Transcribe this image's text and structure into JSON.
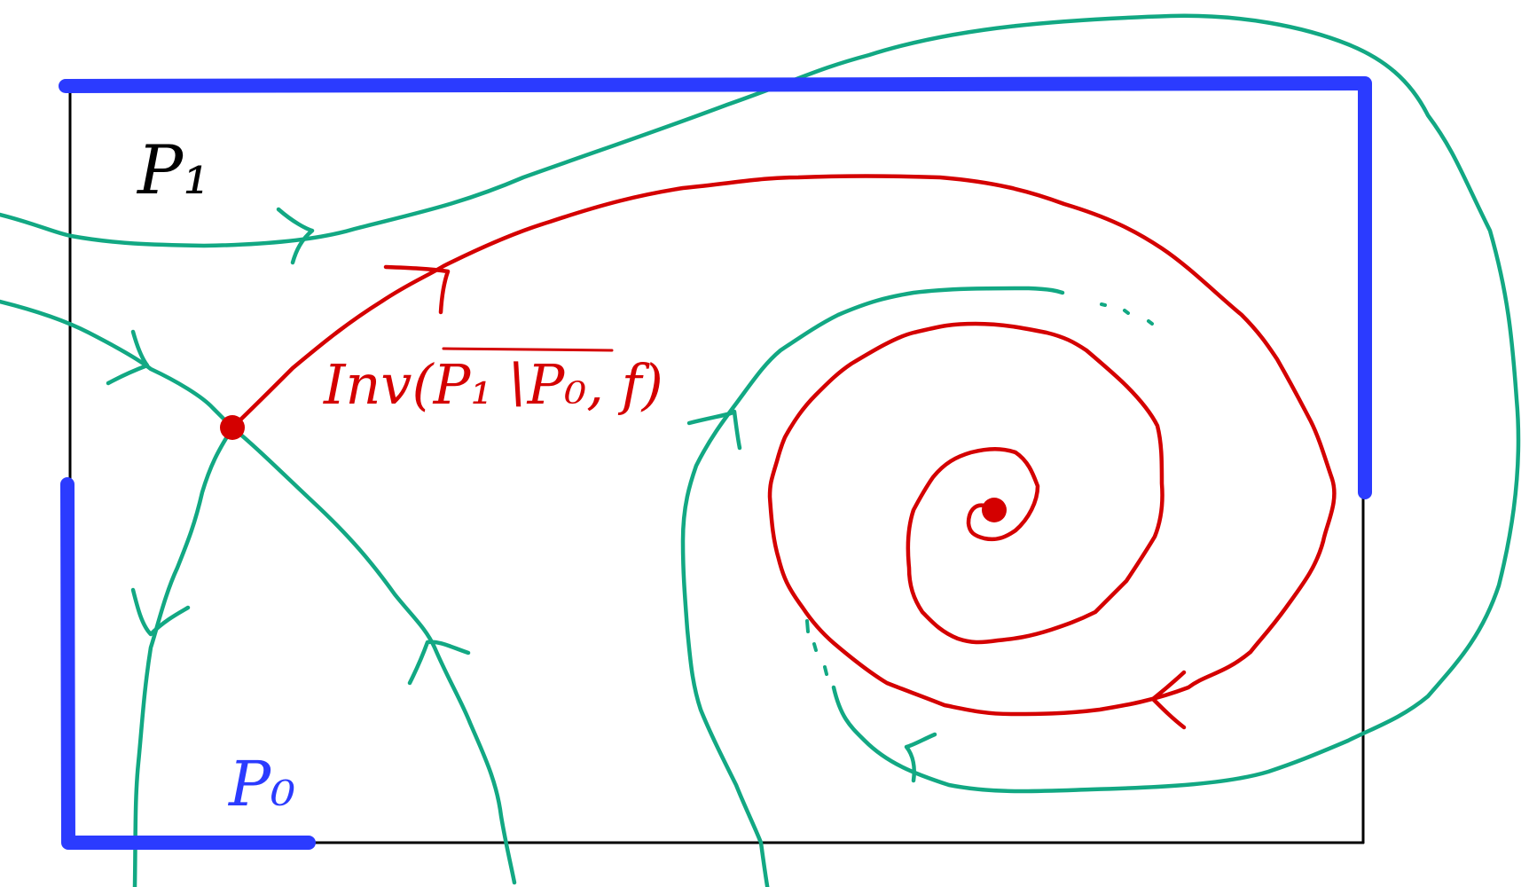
{
  "diagram": {
    "labels": {
      "p1": "P₁",
      "p0": "P₀",
      "inv": "Inv(P₁∖P₀, f)"
    },
    "colors": {
      "box": "#000000",
      "exit_set": "#2b3bff",
      "flow": "#12a883",
      "invariant": "#d40000"
    }
  }
}
